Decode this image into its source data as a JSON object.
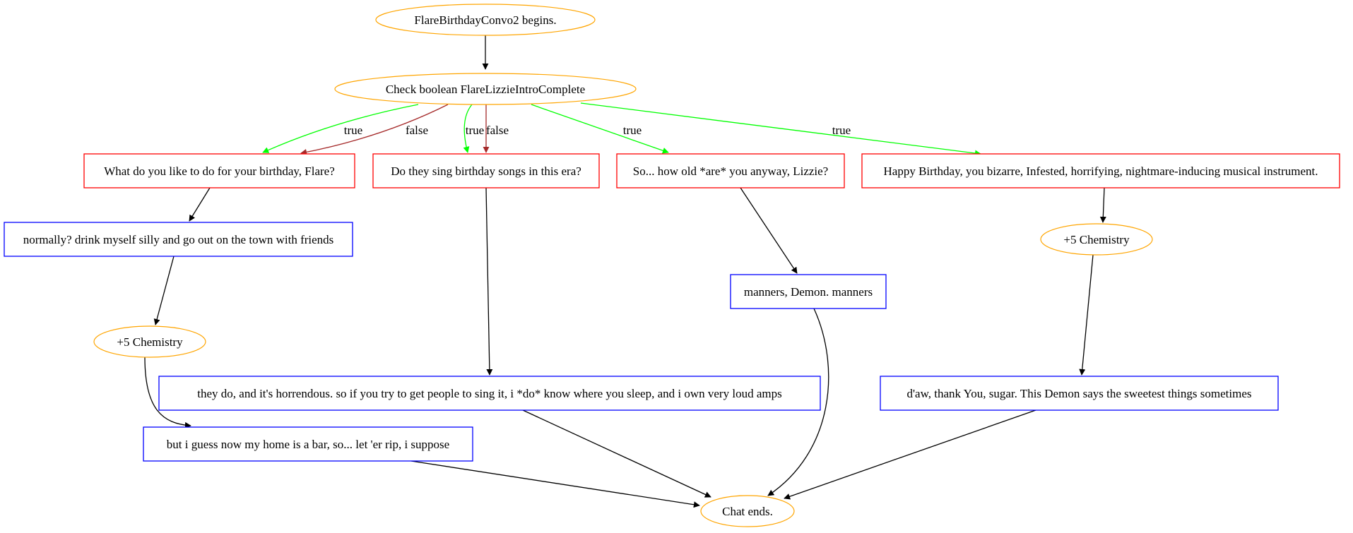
{
  "colors": {
    "event_node": "#ffa500",
    "player_choice": "#ff0000",
    "npc_line": "#0000ff",
    "edge_default": "#000000",
    "edge_true": "#00ff00",
    "edge_false": "#a52a2a"
  },
  "nodes": {
    "start": {
      "label": "FlareBirthdayConvo2 begins.",
      "kind": "event"
    },
    "check": {
      "label": "Check boolean FlareLizzieIntroComplete",
      "kind": "event"
    },
    "q_birthday": {
      "label": "What do you like to do for your birthday, Flare?",
      "kind": "choice"
    },
    "q_songs": {
      "label": "Do they sing birthday songs in this era?",
      "kind": "choice"
    },
    "q_age": {
      "label": "So... how old *are* you anyway, Lizzie?",
      "kind": "choice"
    },
    "q_happy": {
      "label": "Happy Birthday, you bizarre, Infested, horrifying, nightmare-inducing musical instrument.",
      "kind": "choice"
    },
    "a_normally": {
      "label": "normally? drink myself silly and go out on the town with friends",
      "kind": "npc"
    },
    "chem_left": {
      "label": "+5 Chemistry",
      "kind": "event"
    },
    "chem_right": {
      "label": "+5 Chemistry",
      "kind": "event"
    },
    "a_manners": {
      "label": "manners, Demon. manners",
      "kind": "npc"
    },
    "a_horrendous": {
      "label": "they do, and it's horrendous. so if you try to get people to sing it, i *do* know where you sleep, and i own very loud amps",
      "kind": "npc"
    },
    "a_daw": {
      "label": "d'aw, thank You, sugar. This Demon says the sweetest things sometimes",
      "kind": "npc"
    },
    "a_bar": {
      "label": "but i guess now my home is a bar, so... let 'er rip, i suppose",
      "kind": "npc"
    },
    "end": {
      "label": "Chat ends.",
      "kind": "event"
    }
  },
  "edges": [
    {
      "from": "start",
      "to": "check",
      "label": "",
      "type": "default"
    },
    {
      "from": "check",
      "to": "q_birthday",
      "label": "true",
      "type": "true"
    },
    {
      "from": "check",
      "to": "q_birthday",
      "label": "false",
      "type": "false"
    },
    {
      "from": "check",
      "to": "q_songs",
      "label": "true",
      "type": "true"
    },
    {
      "from": "check",
      "to": "q_songs",
      "label": "false",
      "type": "false"
    },
    {
      "from": "check",
      "to": "q_age",
      "label": "true",
      "type": "true"
    },
    {
      "from": "check",
      "to": "q_happy",
      "label": "true",
      "type": "true"
    },
    {
      "from": "q_birthday",
      "to": "a_normally",
      "label": "",
      "type": "default"
    },
    {
      "from": "a_normally",
      "to": "chem_left",
      "label": "",
      "type": "default"
    },
    {
      "from": "chem_left",
      "to": "a_bar",
      "label": "",
      "type": "default"
    },
    {
      "from": "q_songs",
      "to": "a_horrendous",
      "label": "",
      "type": "default"
    },
    {
      "from": "q_age",
      "to": "a_manners",
      "label": "",
      "type": "default"
    },
    {
      "from": "q_happy",
      "to": "chem_right",
      "label": "",
      "type": "default"
    },
    {
      "from": "chem_right",
      "to": "a_daw",
      "label": "",
      "type": "default"
    },
    {
      "from": "a_bar",
      "to": "end",
      "label": "",
      "type": "default"
    },
    {
      "from": "a_horrendous",
      "to": "end",
      "label": "",
      "type": "default"
    },
    {
      "from": "a_manners",
      "to": "end",
      "label": "",
      "type": "default"
    },
    {
      "from": "a_daw",
      "to": "end",
      "label": "",
      "type": "default"
    }
  ]
}
